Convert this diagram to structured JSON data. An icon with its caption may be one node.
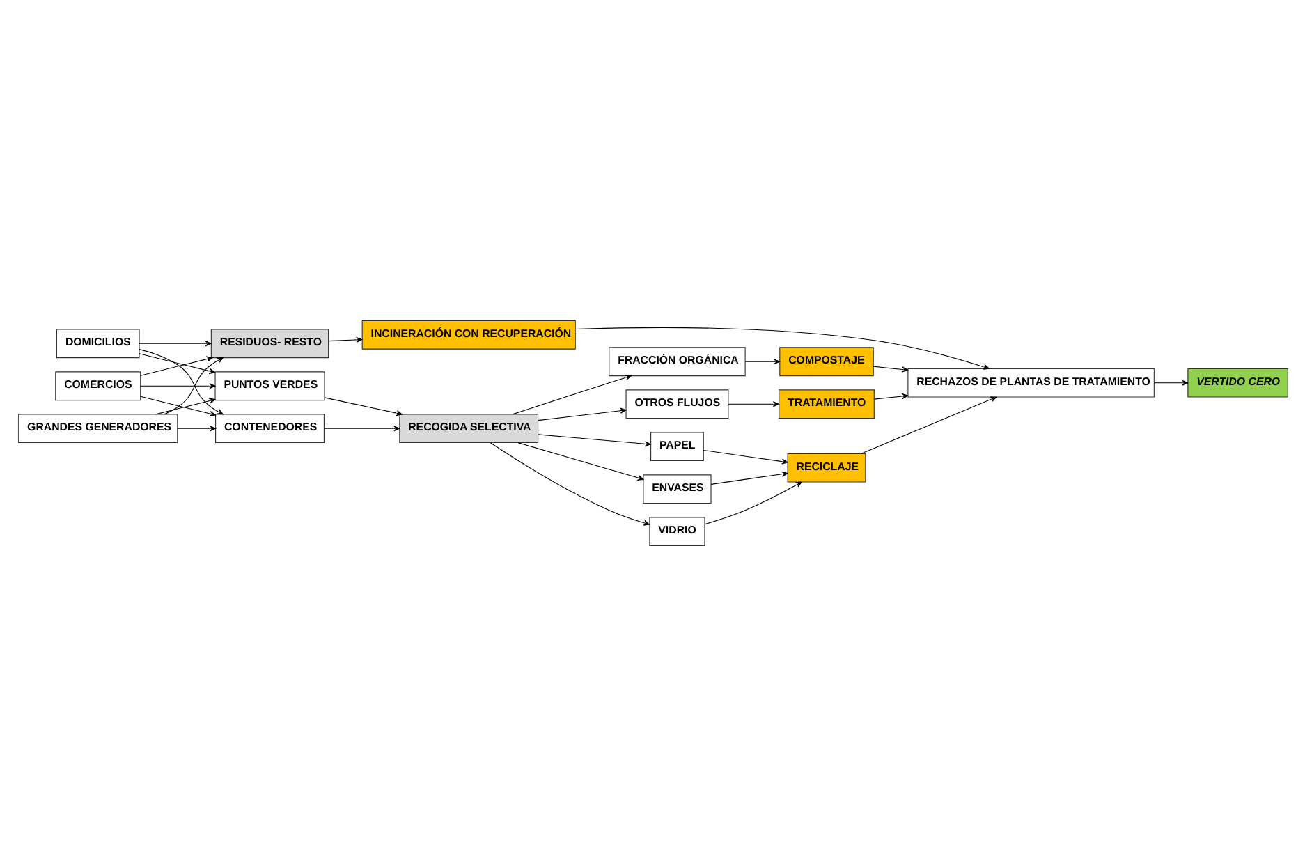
{
  "diagram": {
    "nodes": [
      {
        "text": [
          "DOMICILIOS"
        ]
      },
      {
        "text": [
          "COMERCIOS"
        ]
      },
      {
        "text": [
          "GRANDES GENERADORES"
        ]
      },
      {
        "text": [
          "RESIDUOS- RESTO"
        ]
      },
      {
        "text": [
          "INCINERACIÓN CON RECUPERACIÓN"
        ]
      },
      {
        "text": [
          "VERTIDO CERO"
        ]
      },
      {
        "text": [
          "CONTENEDORES"
        ]
      },
      {
        "text": [
          "PUNTOS VERDES"
        ]
      },
      {
        "text": [
          "RECHAZOS DE PLANTAS DE TRATAMIENTO"
        ]
      },
      {
        "text": [
          "ENVASES"
        ]
      },
      {
        "text": [
          "VIDRIO"
        ]
      },
      {
        "text": [
          "PAPEL"
        ]
      },
      {
        "text": [
          "RECICLAJE"
        ]
      },
      {
        "text": [
          "RECOGIDA SELECTIVA"
        ]
      },
      {
        "text": [
          "FRACCIÓN ORGÁNICA"
        ]
      },
      {
        "text": [
          "COMPOSTAJE"
        ]
      },
      {
        "text": [
          "OTROS FLUJOS"
        ]
      },
      {
        "text": [
          "TRATAMIENTO"
        ]
      }
    ],
    "edges": [
      {
        "from": 0,
        "to": 3,
        "arrow": "to"
      },
      {
        "from": 1,
        "to": 3,
        "arrow": "to"
      },
      {
        "from": 2,
        "to": 3,
        "arrow": "to"
      },
      {
        "from": 0,
        "to": 6,
        "arrow": "to"
      },
      {
        "from": 0,
        "to": 7,
        "arrow": "to"
      },
      {
        "from": 1,
        "to": 6,
        "arrow": "to"
      },
      {
        "from": 1,
        "to": 7,
        "arrow": "to"
      },
      {
        "from": 2,
        "to": 6,
        "arrow": "to"
      },
      {
        "from": 2,
        "to": 7,
        "arrow": "to"
      },
      {
        "from": 3,
        "to": 4,
        "arrow": "to"
      },
      {
        "from": 4,
        "to": 8,
        "arrow": "to"
      },
      {
        "from": 8,
        "to": 5,
        "arrow": "to"
      },
      {
        "from": 6,
        "to": 13,
        "arrow": "to"
      },
      {
        "from": 7,
        "to": 13,
        "arrow": "to"
      },
      {
        "from": 13,
        "to": 9,
        "arrow": "to"
      },
      {
        "from": 13,
        "to": 10,
        "arrow": "to"
      },
      {
        "from": 13,
        "to": 11,
        "arrow": "to"
      },
      {
        "from": 13,
        "to": 14,
        "arrow": "to"
      },
      {
        "from": 13,
        "to": 16,
        "arrow": "to"
      },
      {
        "from": 9,
        "to": 12,
        "arrow": "to"
      },
      {
        "from": 10,
        "to": 12,
        "arrow": "to"
      },
      {
        "from": 11,
        "to": 12,
        "arrow": "to"
      },
      {
        "from": 12,
        "to": 8,
        "arrow": "to"
      },
      {
        "from": 14,
        "to": 15,
        "arrow": "to"
      },
      {
        "from": 16,
        "to": 17,
        "arrow": "to"
      },
      {
        "from": 15,
        "to": 8,
        "arrow": "to"
      },
      {
        "from": 17,
        "to": 8,
        "arrow": "to"
      }
    ]
  }
}
